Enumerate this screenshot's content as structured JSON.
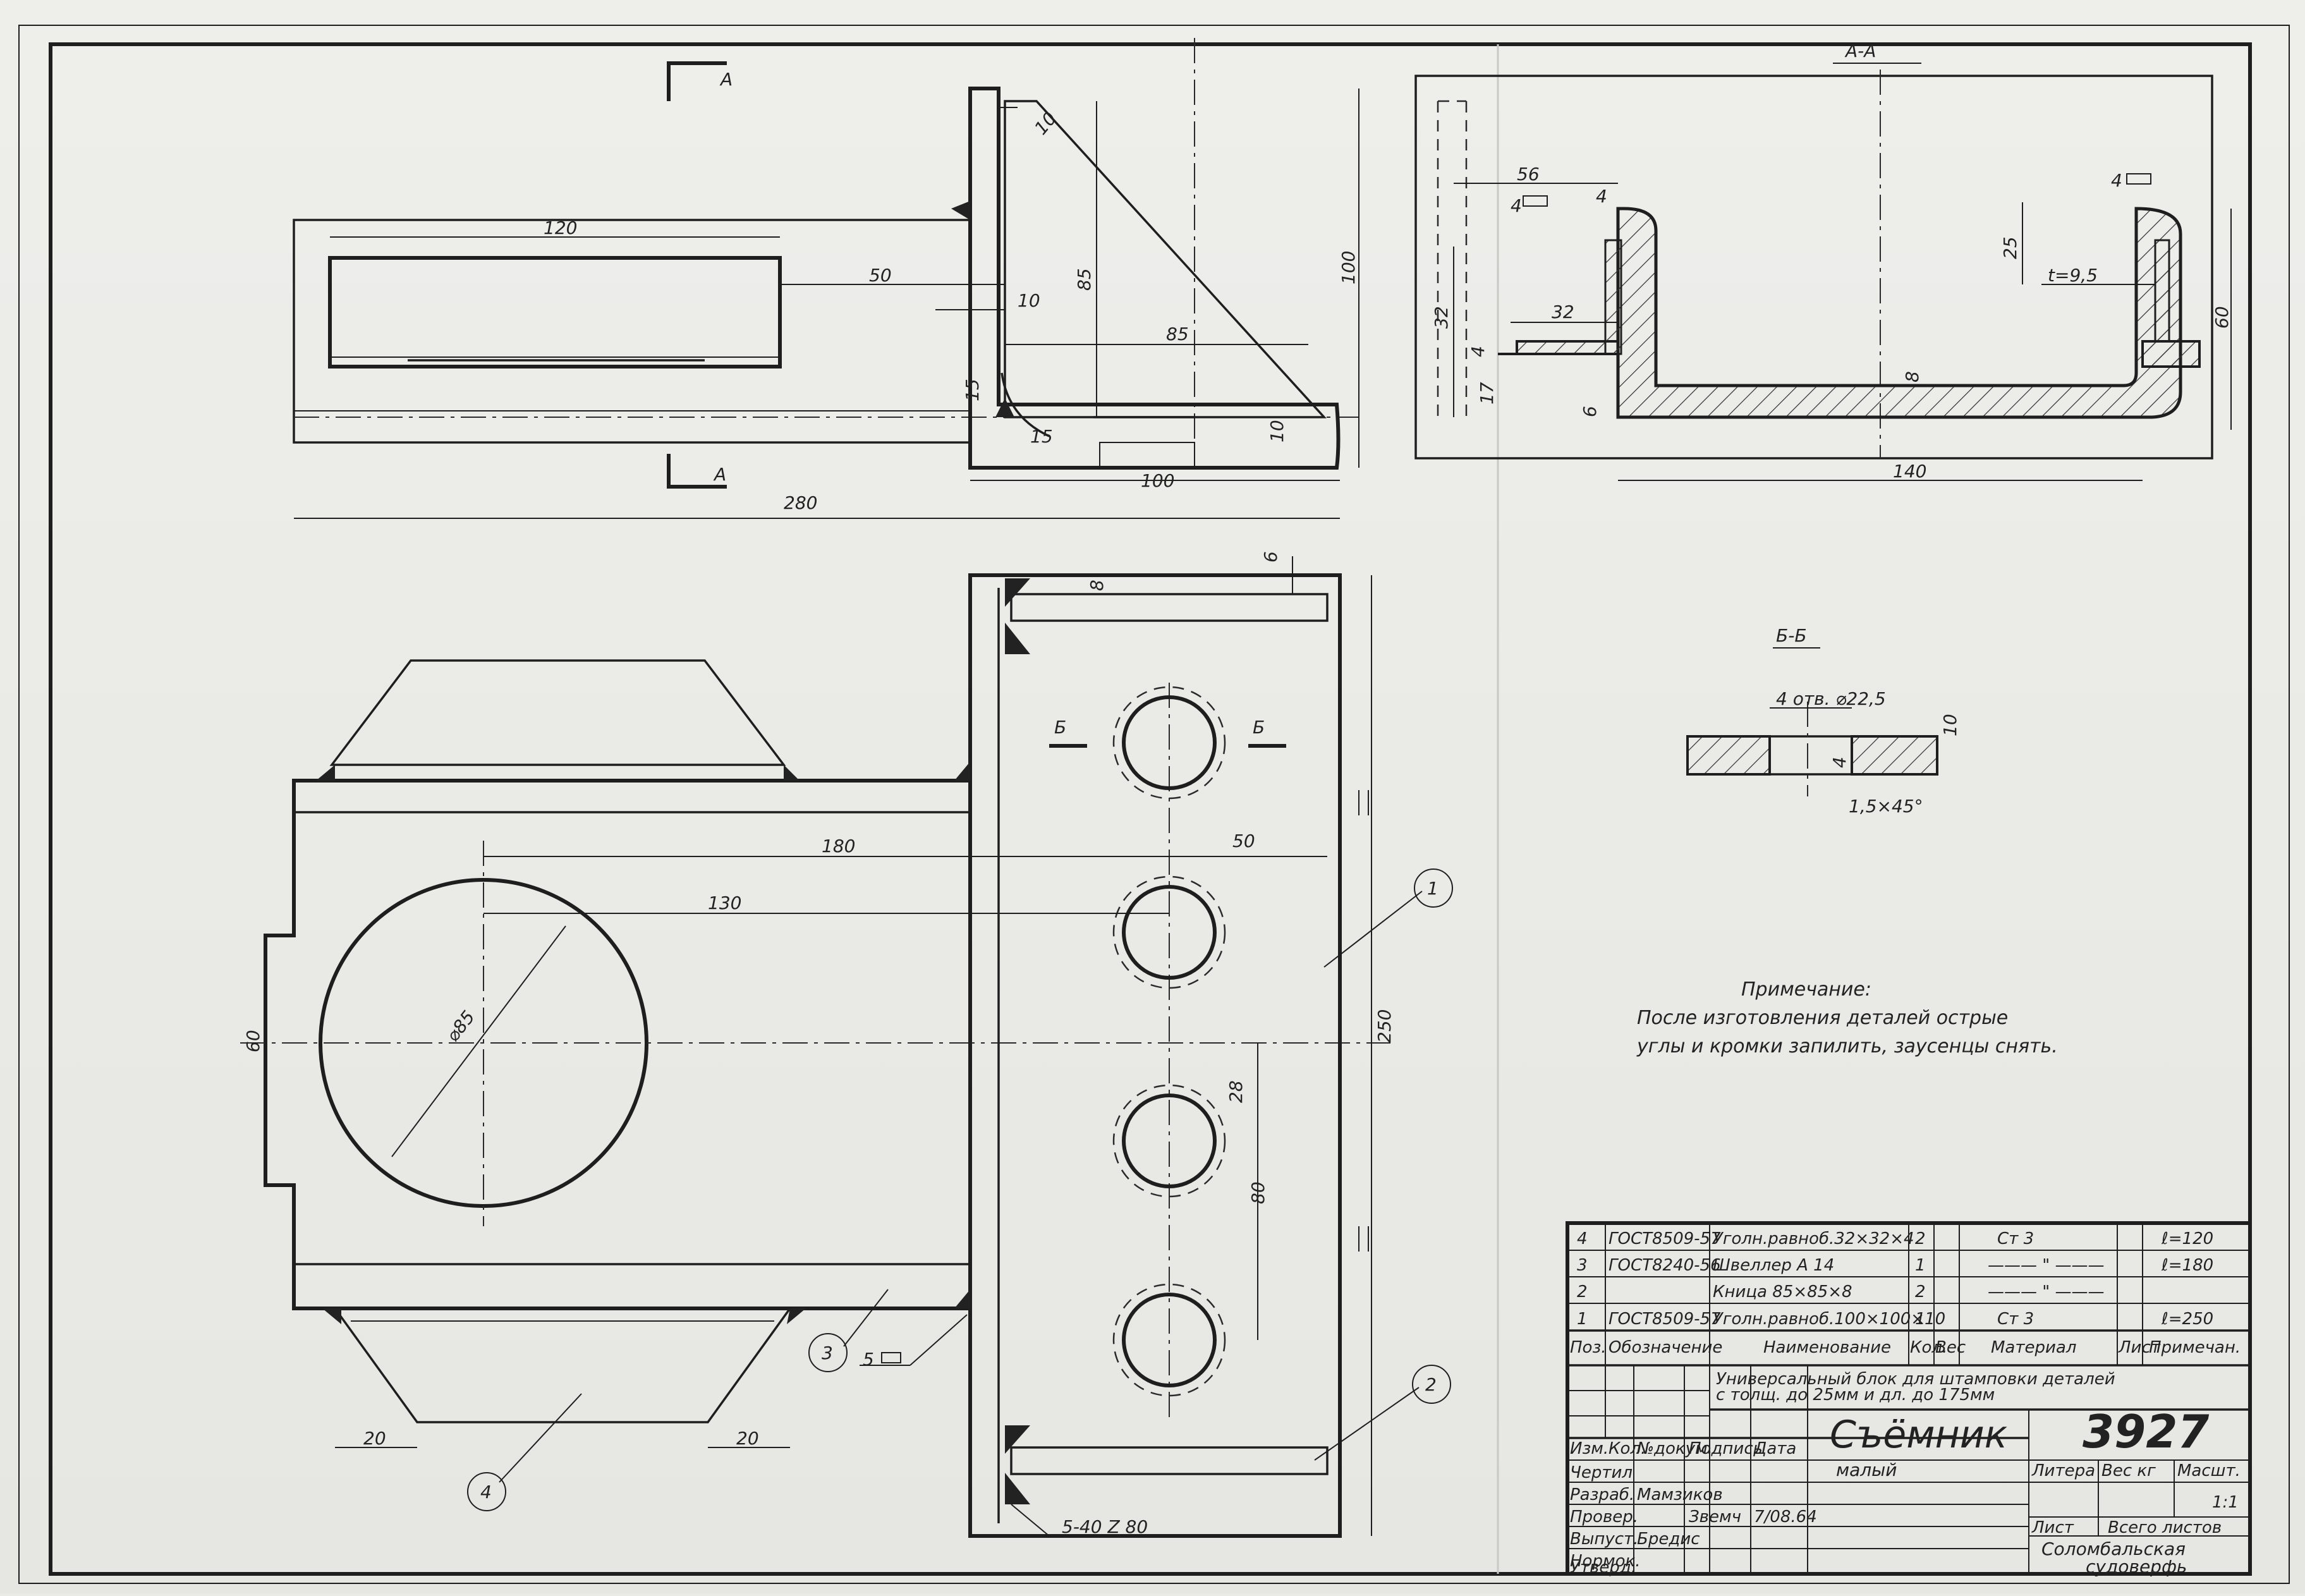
{
  "drawing": {
    "number": "3927",
    "part_name": "Съёмник",
    "part_sub": "малый",
    "title_line1": "Универсальный блок для штамповки деталей",
    "title_line2": "с толщ. до 25мм и дл. до 175мм",
    "scale": "1:1",
    "company_line1": "Соломбальская",
    "company_line2": "судоверфь"
  },
  "sections": {
    "aa": "А-А",
    "bb": "Б-Б",
    "cut_a": "А",
    "cut_b": "Б"
  },
  "note": {
    "heading": "Примечание:",
    "line1": "После изготовления деталей острые",
    "line2": "углы и кромки запилить, заусенцы снять."
  },
  "dimensions": {
    "d120": "120",
    "d50": "50",
    "d10a": "10",
    "d10b": "10",
    "d85v": "85",
    "d85h": "85",
    "d100v": "100",
    "d100h": "100",
    "d15a": "15",
    "d15b": "15",
    "d10c": "10",
    "d280": "280",
    "aa56": "56",
    "aa4a": "4",
    "aa4b": "4",
    "aa32a": "32",
    "aa32b": "32",
    "aa17": "17",
    "aa6": "6",
    "aa8": "8",
    "aa140": "140",
    "aa25": "25",
    "aa60": "60",
    "aat": "t=9,5",
    "weld4a": "4",
    "weld4b": "4",
    "bb_hole": "4 отв. ⌀22,5",
    "bb10": "10",
    "bb4": "4",
    "bb_ch": "1,5×45°",
    "p6": "6",
    "p8": "8",
    "p180": "180",
    "p50": "50",
    "p130": "130",
    "p85": "⌀85",
    "p60": "60",
    "p250": "250",
    "p28": "28",
    "p80": "80",
    "p20a": "20",
    "p20b": "20",
    "weld5": "5",
    "weld_seam": "5-40 Z 80"
  },
  "callouts": [
    "1",
    "2",
    "3",
    "4"
  ],
  "table": {
    "headers": [
      "Поз.",
      "Обозначение",
      "Наименование",
      "Кол.",
      "Вес",
      "Материал",
      "Лист",
      "Примечан."
    ],
    "rows": [
      {
        "pos": "4",
        "code": "ГОСТ8509-57",
        "name": "Уголн.равноб.32×32×4",
        "qty": "2",
        "mat": "Ст 3",
        "note": "ℓ=120"
      },
      {
        "pos": "3",
        "code": "ГОСТ8240-56",
        "name": "Швеллер А 14",
        "qty": "1",
        "mat": "——— \" ———",
        "note": "ℓ=180"
      },
      {
        "pos": "2",
        "code": "",
        "name": "Кница 85×85×8",
        "qty": "2",
        "mat": "——— \" ———",
        "note": ""
      },
      {
        "pos": "1",
        "code": "ГОСТ8509-57",
        "name": "Уголн.равноб.100×100×10",
        "qty": "1",
        "mat": "Ст 3",
        "note": "ℓ=250"
      }
    ],
    "stamp_labels": [
      "Изм.",
      "Кол.",
      "№докум.",
      "Подпись",
      "Дата"
    ],
    "roles": [
      "Чертил",
      "Разраб.",
      "Провер.",
      "Выпуст.",
      "Нормок.",
      "Утверд."
    ],
    "names": {
      "razrab": "Мамзиков",
      "vypust": "Бредис",
      "prov_sign": "Звемч",
      "prov_date": "7/08.64"
    },
    "block_labels": {
      "litera": "Литера",
      "ves": "Вес кг",
      "mashtab": "Масшт.",
      "list": "Лист",
      "vsego": "Всего листов"
    }
  }
}
